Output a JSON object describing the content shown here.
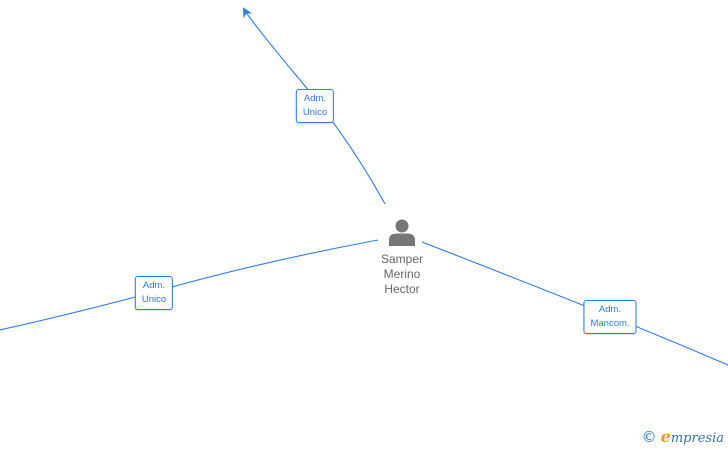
{
  "center_person": {
    "name_lines": [
      "Samper",
      "Merino",
      "Hector"
    ]
  },
  "edges": [
    {
      "label_lines": [
        "Adm.",
        "Unico"
      ]
    },
    {
      "label_lines": [
        "Adm.",
        "Unico"
      ]
    },
    {
      "label_lines": [
        "Adm.",
        "Mancom."
      ]
    }
  ],
  "footer": {
    "copyright_symbol": "©",
    "brand_initial": "e",
    "brand_rest": "mpresia"
  },
  "colors": {
    "edge": "#2f7be0",
    "person_icon": "#777777",
    "brand_accent": "#f39a1b"
  }
}
